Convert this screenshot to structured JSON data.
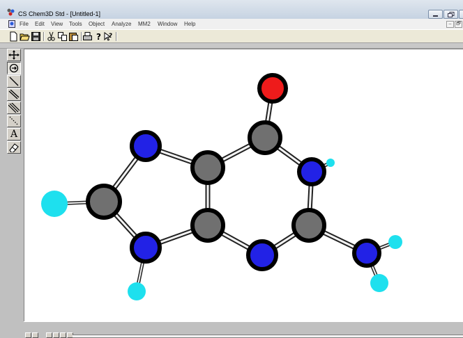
{
  "window": {
    "title": "CS Chem3D Std - [Untitled-1]",
    "controls": [
      "minimize",
      "restore",
      "close"
    ]
  },
  "menubar": {
    "items": [
      "File",
      "Edit",
      "View",
      "Tools",
      "Object",
      "Analyze",
      "MM2",
      "Window",
      "Help"
    ],
    "mdi_minimize": "–",
    "mdi_restore": "🗗"
  },
  "toolbar": {
    "buttons": [
      "new-file-icon",
      "open-folder-icon",
      "save-disk-icon",
      "cut-icon",
      "copy-icon",
      "paste-icon",
      "print-icon",
      "help-icon",
      "context-help-icon"
    ]
  },
  "tools": {
    "text_tool_label": "A",
    "items": [
      "move-tool",
      "rotate-tool",
      "single-bond-tool",
      "double-bond-tool",
      "triple-bond-tool",
      "dummy-bond-tool",
      "text-tool",
      "eraser-tool"
    ]
  },
  "molecule": {
    "atom_colors": {
      "carbon": "#707070",
      "nitrogen": "#2222e6",
      "oxygen": "#ee1b1b",
      "hydrogen": "#1ee0ee"
    }
  }
}
